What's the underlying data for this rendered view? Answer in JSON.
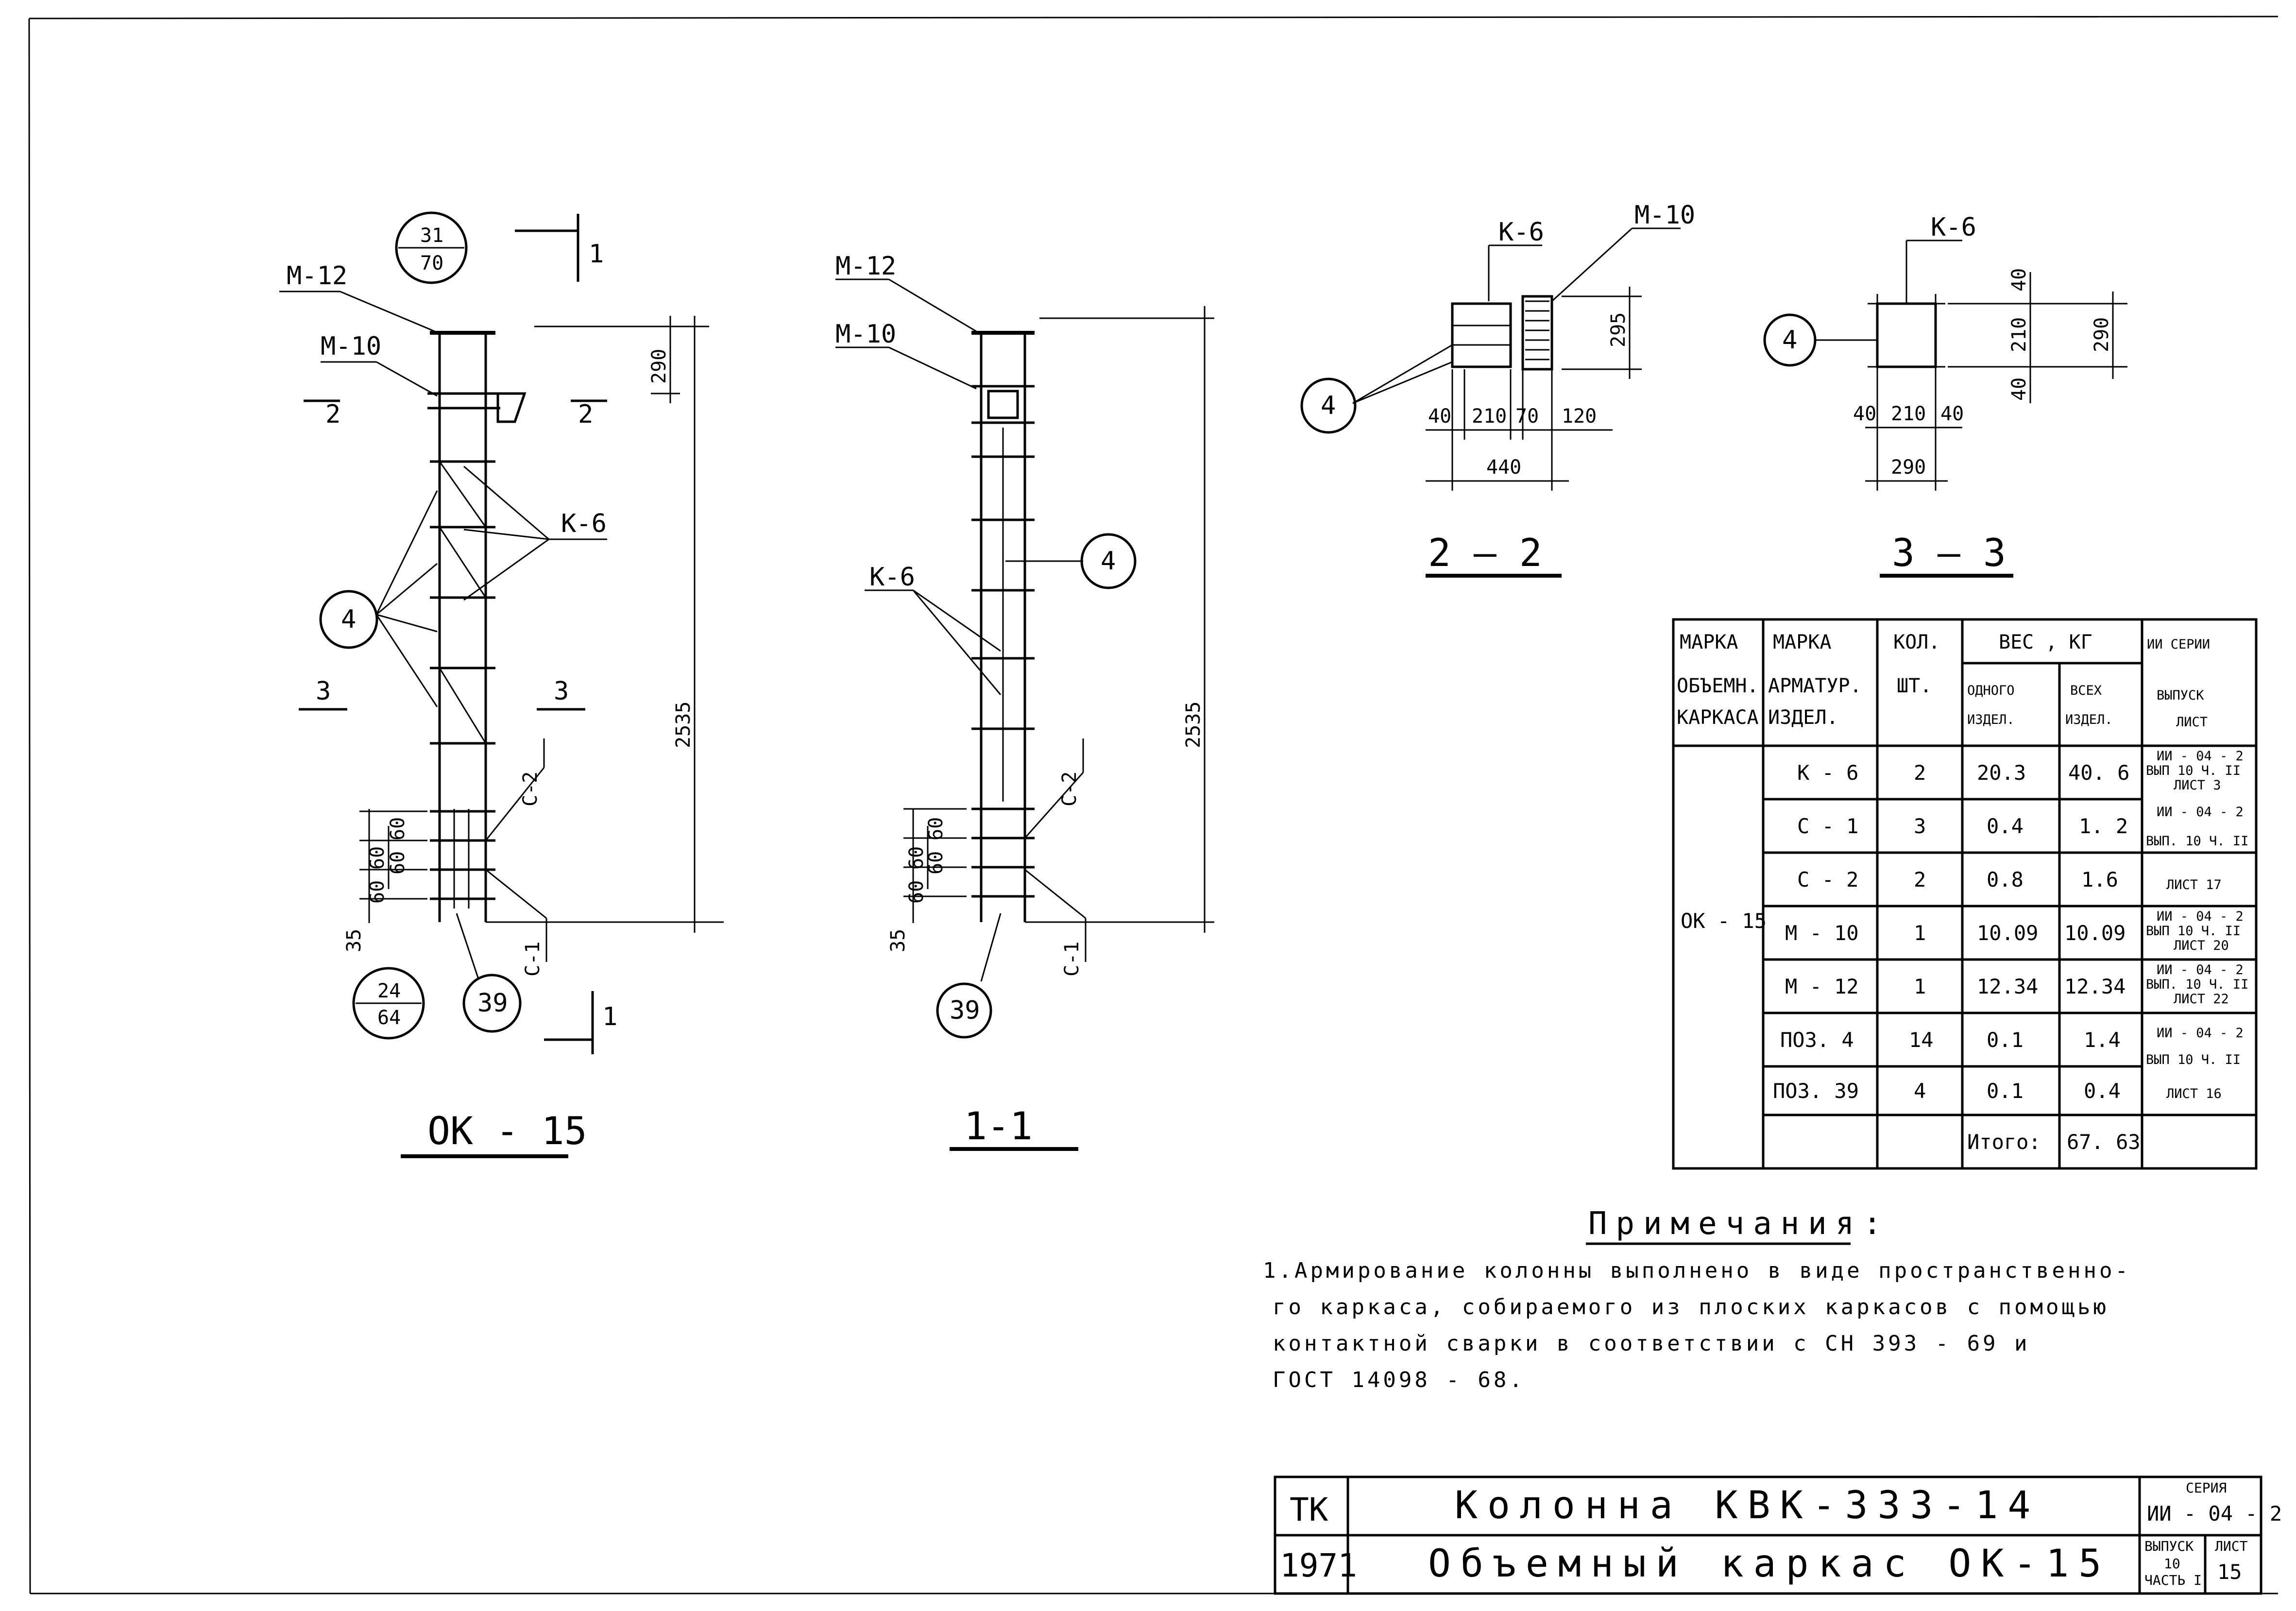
{
  "drawing": {
    "main_view": {
      "title": "ОК - 15",
      "labels": {
        "m12": "М-12",
        "m10": "М-10",
        "k6": "К-6",
        "c2": "С-2",
        "c1": "С-1"
      },
      "position_circles": {
        "pos4": "4",
        "pos39": "39"
      },
      "ref_top": {
        "num": "31",
        "den": "70"
      },
      "ref_bottom": {
        "num": "24",
        "den": "64"
      },
      "cut_marks": {
        "s1_top": "1",
        "s1_bottom": "1",
        "s2_left": "2",
        "s2_right": "2",
        "s3_left": "3",
        "s3_right": "3"
      },
      "dims": {
        "top": "290",
        "height": "2535",
        "b35": "35",
        "b60a": "60",
        "b60b": "60",
        "b60c": "60",
        "b60d": "60"
      }
    },
    "section_1_1": {
      "title": "1-1",
      "labels": {
        "m12": "М-12",
        "m10": "М-10",
        "k6": "К-6",
        "c2": "С-2",
        "c1": "С-1"
      },
      "position_circles": {
        "pos4": "4",
        "pos39": "39"
      },
      "dims": {
        "height": "2535",
        "b35": "35",
        "b60a": "60",
        "b60b": "60",
        "b60c": "60",
        "b60d": "60"
      }
    },
    "section_2_2": {
      "title": "2 — 2",
      "labels": {
        "k6": "К-6",
        "m10": "М-10"
      },
      "position_circle": "4",
      "dims": {
        "h295": "295",
        "d40": "40",
        "d210": "210",
        "d70": "70",
        "d120": "120",
        "d440": "440"
      }
    },
    "section_3_3": {
      "title": "3 — 3",
      "labels": {
        "k6": "К-6"
      },
      "position_circle": "4",
      "dims": {
        "v40a": "40",
        "v210": "210",
        "v40b": "40",
        "v290": "290",
        "h40a": "40",
        "h210": "210",
        "h40b": "40",
        "h290": "290"
      }
    }
  },
  "spec_table": {
    "headers": {
      "col1": [
        "МАРКА",
        "ОБЪЕМН.",
        "КАРКАСА"
      ],
      "col2": [
        "МАРКА",
        "АРМАТУР.",
        "ИЗДЕЛ."
      ],
      "col3": [
        "КОЛ.",
        "ШТ."
      ],
      "weight": "ВЕС , КГ",
      "weight_one": [
        "ОДНОГО",
        "ИЗДЕЛ."
      ],
      "weight_all": [
        "ВСЕХ",
        "ИЗДЕЛ."
      ],
      "series": [
        "ИИ СЕРИИ",
        "ВЫПУСК",
        "ЛИСТ"
      ]
    },
    "frame_mark": "ОК - 15",
    "rows": [
      {
        "mark": "К - 6",
        "qty": "2",
        "w1": "20.3",
        "wall": "40. 6"
      },
      {
        "mark": "С - 1",
        "qty": "3",
        "w1": "0.4",
        "wall": "1. 2"
      },
      {
        "mark": "С - 2",
        "qty": "2",
        "w1": "0.8",
        "wall": "1.6"
      },
      {
        "mark": "М - 10",
        "qty": "1",
        "w1": "10.09",
        "wall": "10.09"
      },
      {
        "mark": "М - 12",
        "qty": "1",
        "w1": "12.34",
        "wall": "12.34"
      },
      {
        "mark": "ПОЗ. 4",
        "qty": "14",
        "w1": "0.1",
        "wall": "1.4"
      },
      {
        "mark": "ПОЗ. 39",
        "qty": "4",
        "w1": "0.1",
        "wall": "0.4"
      }
    ],
    "refs": [
      [
        "ИИ - 04 - 2",
        "ВЫП 10 Ч. II",
        "ЛИСТ 3"
      ],
      [
        "ИИ - 04 - 2",
        "ВЫП. 10 Ч. II",
        "ЛИСТ 17"
      ],
      [
        "ИИ - 04 - 2",
        "ВЫП 10 Ч. II",
        "ЛИСТ 20"
      ],
      [
        "ИИ - 04 - 2",
        "ВЫП. 10 Ч. II",
        "ЛИСТ 22"
      ],
      [
        "ИИ - 04 - 2",
        "ВЫП 10 Ч. II",
        "ЛИСТ 16"
      ]
    ],
    "total_label": "Итого:",
    "total_value": "67. 63"
  },
  "notes": {
    "title": "Примечания:",
    "lines": [
      "1.Армирование колонны выполнено в виде пространственно-",
      "го каркаса, собираемого из плоских каркасов с помощью",
      "контактной сварки в соответствии с СН 393 - 69 и",
      "ГОСТ 14098 - 68."
    ]
  },
  "title_block": {
    "org": "ТК",
    "year": "1971",
    "title1": "Колонна КВК-333-14",
    "title2": "Объемный каркас ОК-15",
    "series_label": "СЕРИЯ",
    "series_value": "ИИ - 04 - 2",
    "issue_label": "ВЫПУСК",
    "issue_value": "10",
    "part_value": "ЧАСТЬ I",
    "sheet_label": "ЛИСТ",
    "sheet_value": "15"
  }
}
